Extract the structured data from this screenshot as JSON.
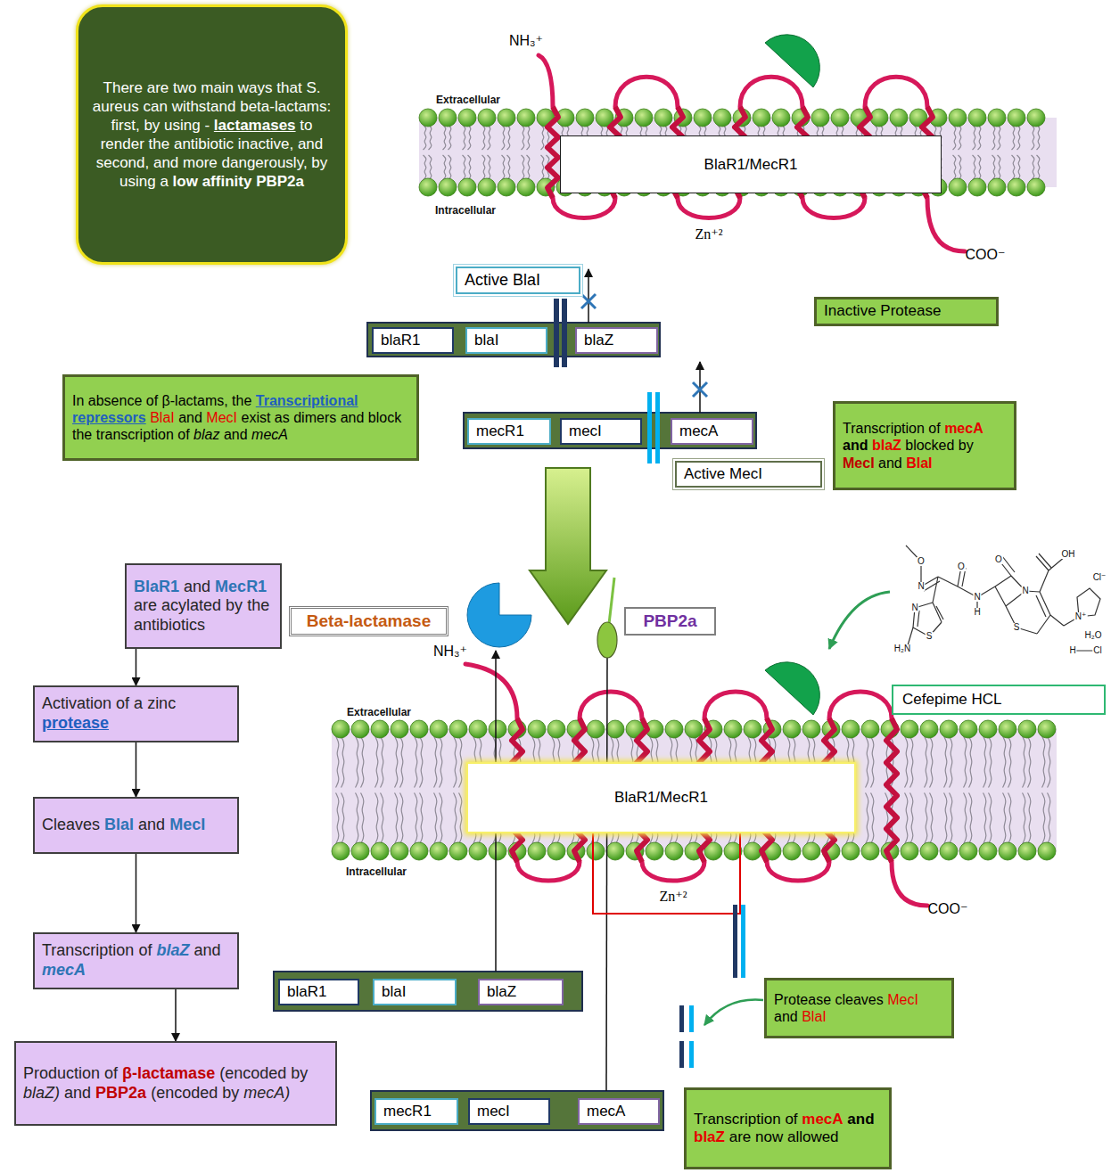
{
  "diagram": {
    "nodes": [
      {
        "text": [
          "There are two main ways that S. aureus can withstand beta-lactams: first, by using - lactamases to render the antibiotic inactive, and second, and more dangerously, by using a low affinity PBP2a"
        ]
      },
      {
        "text": [
          "BlaR1/MecR1"
        ]
      },
      {
        "text": [
          "Active BlaI"
        ]
      },
      {
        "text": [
          "blaR1"
        ]
      },
      {
        "text": [
          "blaI"
        ]
      },
      {
        "text": [
          "blaZ"
        ]
      },
      {
        "text": [
          "Inactive Protease"
        ]
      },
      {
        "text": [
          "In absence of β-lactams, the Transcriptional repressors BlaI and MecI exist as dimers and block the transcription of blaz and mecA"
        ]
      },
      {
        "text": [
          "mecR1"
        ]
      },
      {
        "text": [
          "mecI"
        ]
      },
      {
        "text": [
          "mecA"
        ]
      },
      {
        "text": [
          "Transcription of mecA and blaZ blocked by MecI and BlaI"
        ]
      },
      {
        "text": [
          "Active MecI"
        ]
      },
      {
        "text": [
          "BlaR1 and MecR1 are acylated by the antibiotics"
        ]
      },
      {
        "text": [
          "Beta-lactamase"
        ]
      },
      {
        "text": [
          "PBP2a"
        ]
      },
      {
        "text": [
          "Cefepime HCL"
        ]
      },
      {
        "text": [
          "Activation of a zinc protease"
        ]
      },
      {
        "text": [
          "BlaR1/MecR1"
        ]
      },
      {
        "text": [
          "Cleaves BlaI and MecI"
        ]
      },
      {
        "text": [
          "Transcription of blaZ and mecA"
        ]
      },
      {
        "text": [
          "blaR1"
        ]
      },
      {
        "text": [
          "blaI"
        ]
      },
      {
        "text": [
          "blaZ"
        ]
      },
      {
        "text": [
          "Protease cleaves MecI and BlaI"
        ]
      },
      {
        "text": [
          "Production of β-lactamase (encoded by blaZ) and PBP2a (encoded by mecA)"
        ]
      },
      {
        "text": [
          "mecR1"
        ]
      },
      {
        "text": [
          "mecI"
        ]
      },
      {
        "text": [
          "mecA"
        ]
      },
      {
        "text": [
          "Transcription of mecA and blaZ are now allowed"
        ]
      }
    ],
    "edges": [
      {
        "from": 13,
        "to": 17,
        "arrow": "to"
      },
      {
        "from": 17,
        "to": 19,
        "arrow": "to"
      },
      {
        "from": 19,
        "to": 20,
        "arrow": "to"
      },
      {
        "from": 20,
        "to": 25,
        "arrow": "to"
      }
    ],
    "labels": [
      "NH₃⁺",
      "Extracellular",
      "Intracellular",
      "Zn⁺²",
      "COO⁻",
      "NH₃⁺",
      "Extracellular",
      "Intracellular",
      "Zn⁺²",
      "COO⁻",
      "O",
      "N",
      "O",
      "N",
      "H",
      "O",
      "OH",
      "N",
      "S",
      "N⁺",
      "Cl⁻",
      "H₂O",
      "H",
      "Cl",
      "N",
      "S",
      "H₂N"
    ]
  }
}
